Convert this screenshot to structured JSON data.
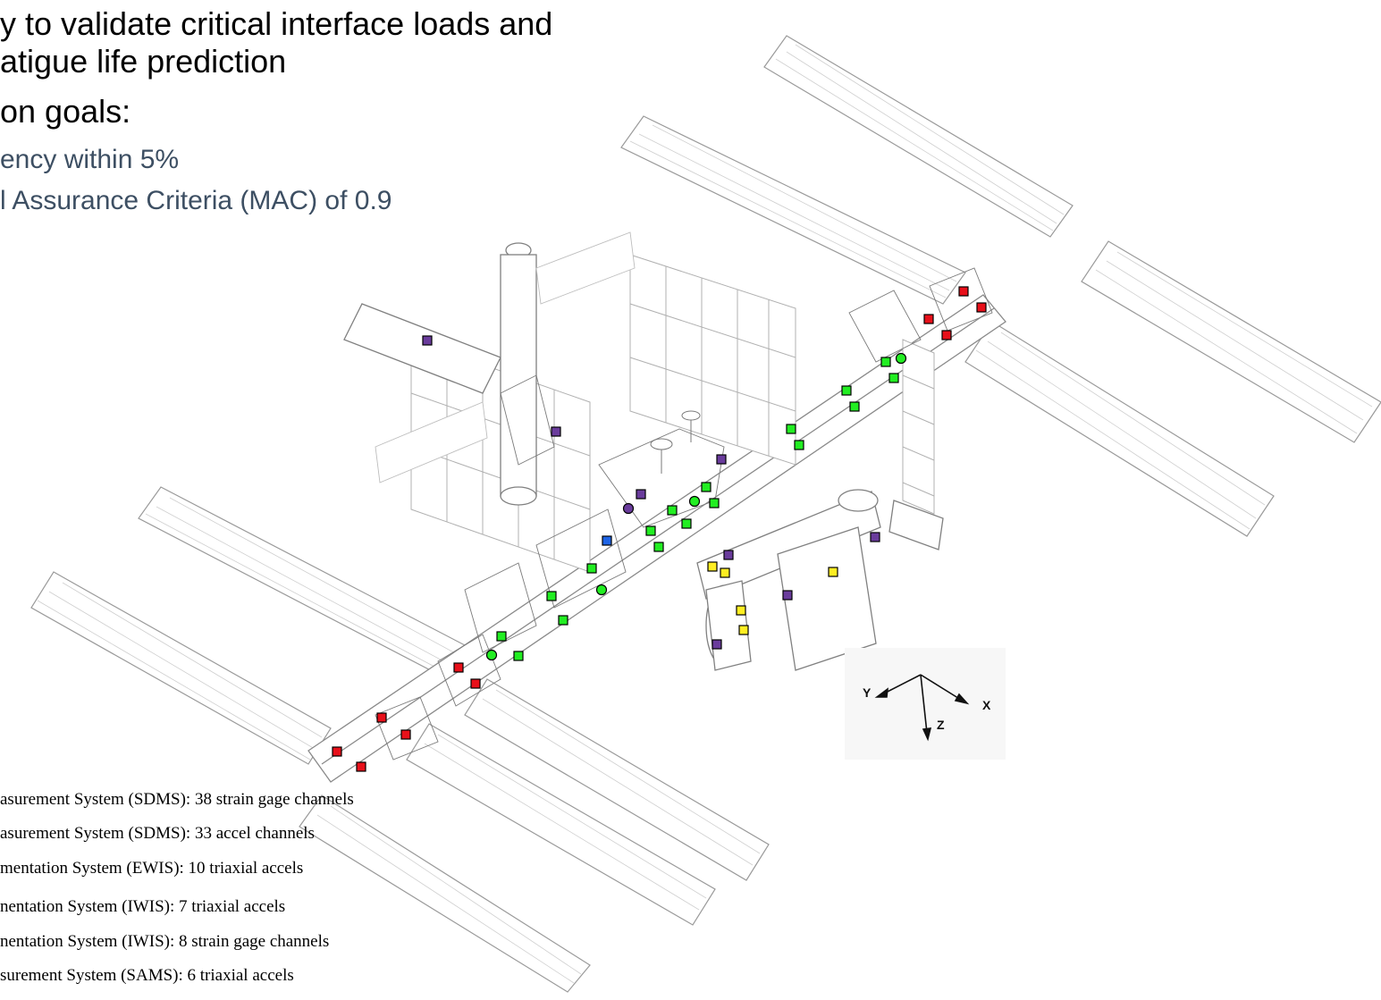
{
  "bullets": [
    {
      "text": "y to validate critical interface loads and",
      "level": 1
    },
    {
      "text": "atigue life prediction",
      "level": 1
    },
    {
      "text": "on goals:",
      "level": 1
    },
    {
      "text": "ency within 5%",
      "level": 2
    },
    {
      "text": "l Assurance Criteria (MAC) of 0.9",
      "level": 2
    }
  ],
  "legend": [
    "asurement System (SDMS): 38 strain gage channels",
    "asurement System (SDMS): 33 accel channels",
    "mentation System (EWIS): 10 triaxial accels",
    "nentation System (IWIS): 7 triaxial accels",
    "nentation System (IWIS): 8 strain gage channels",
    "surement System (SAMS): 6 triaxial accels"
  ],
  "axes": {
    "y": "Y",
    "z": "Z",
    "x": "X"
  },
  "colors": {
    "red": "#e8101a",
    "green": "#22ee22",
    "purple": "#6a3c9c",
    "yellow": "#ffee22",
    "blue": "#1e64e6",
    "line": "#9a9a9a",
    "text_blue": "#3d4f63"
  }
}
